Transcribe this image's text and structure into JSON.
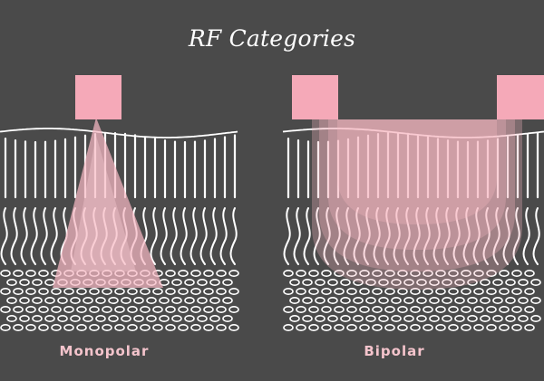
{
  "title": "RF Categories",
  "monopolar": {
    "label": "Monopolar"
  },
  "bipolar": {
    "label": "Bipolar"
  },
  "colors": {
    "background": "#4a4a4a",
    "electrode": "#f5a9b8",
    "field": "#f7b8c4",
    "tissue": "#ffffff",
    "label": "#f4c4cc"
  },
  "tissue_layers": [
    "skin-surface",
    "dermis-fibers",
    "wavy-fibers",
    "fat-cells"
  ],
  "field_shapes": {
    "monopolar": "cone",
    "bipolar": "bowl"
  }
}
